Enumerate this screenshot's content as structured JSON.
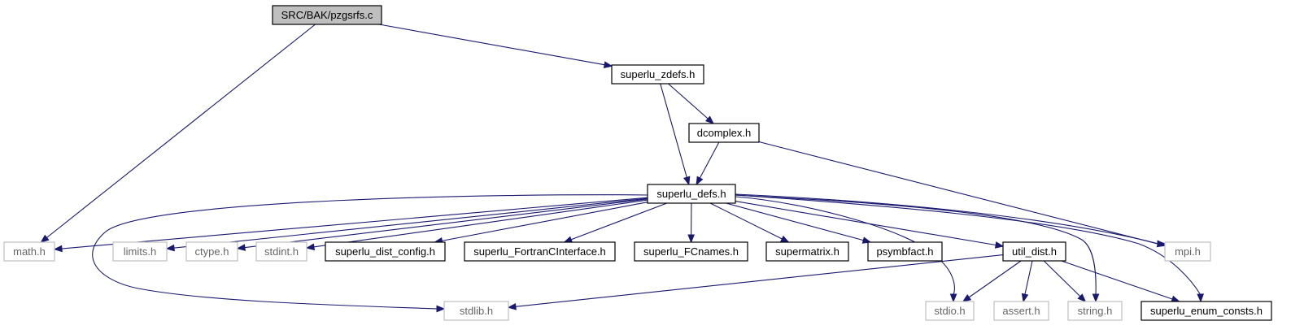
{
  "graph": {
    "edge_color": "#191970",
    "nodes": {
      "root": {
        "label": "SRC/BAK/pzgsrfs.c",
        "style": "root"
      },
      "zdefs": {
        "label": "superlu_zdefs.h",
        "style": "doc"
      },
      "dcomplex": {
        "label": "dcomplex.h",
        "style": "doc"
      },
      "defs": {
        "label": "superlu_defs.h",
        "style": "doc"
      },
      "math": {
        "label": "math.h",
        "style": "external"
      },
      "limits": {
        "label": "limits.h",
        "style": "external"
      },
      "ctype": {
        "label": "ctype.h",
        "style": "external"
      },
      "stdint": {
        "label": "stdint.h",
        "style": "external"
      },
      "config": {
        "label": "superlu_dist_config.h",
        "style": "doc"
      },
      "fortran": {
        "label": "superlu_FortranCInterface.h",
        "style": "doc"
      },
      "fcnames": {
        "label": "superlu_FCnames.h",
        "style": "doc"
      },
      "supermatrix": {
        "label": "supermatrix.h",
        "style": "doc"
      },
      "psymbfact": {
        "label": "psymbfact.h",
        "style": "doc"
      },
      "utildist": {
        "label": "util_dist.h",
        "style": "doc"
      },
      "mpi": {
        "label": "mpi.h",
        "style": "external"
      },
      "stdlib": {
        "label": "stdlib.h",
        "style": "external"
      },
      "stdio": {
        "label": "stdio.h",
        "style": "external"
      },
      "assert": {
        "label": "assert.h",
        "style": "external"
      },
      "string": {
        "label": "string.h",
        "style": "external"
      },
      "enum": {
        "label": "superlu_enum_consts.h",
        "style": "doc"
      }
    },
    "edges": [
      [
        "root",
        "math"
      ],
      [
        "root",
        "zdefs"
      ],
      [
        "zdefs",
        "defs"
      ],
      [
        "zdefs",
        "dcomplex"
      ],
      [
        "dcomplex",
        "defs"
      ],
      [
        "dcomplex",
        "mpi"
      ],
      [
        "defs",
        "math"
      ],
      [
        "defs",
        "limits"
      ],
      [
        "defs",
        "ctype"
      ],
      [
        "defs",
        "stdint"
      ],
      [
        "defs",
        "config"
      ],
      [
        "defs",
        "fortran"
      ],
      [
        "defs",
        "fcnames"
      ],
      [
        "defs",
        "supermatrix"
      ],
      [
        "defs",
        "psymbfact"
      ],
      [
        "defs",
        "utildist"
      ],
      [
        "defs",
        "stdlib"
      ],
      [
        "defs",
        "stdio"
      ],
      [
        "defs",
        "string"
      ],
      [
        "defs",
        "enum"
      ],
      [
        "defs",
        "mpi"
      ],
      [
        "utildist",
        "stdlib"
      ],
      [
        "utildist",
        "stdio"
      ],
      [
        "utildist",
        "assert"
      ],
      [
        "utildist",
        "string"
      ],
      [
        "utildist",
        "enum"
      ]
    ]
  }
}
